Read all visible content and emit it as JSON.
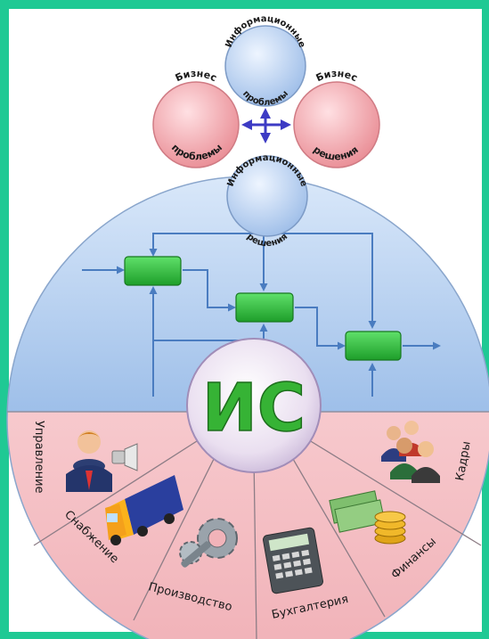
{
  "bubbles": {
    "info_problems": "Информационные проблемы",
    "business_problems": "Бизнес проблемы",
    "business_solutions": "Бизнес решения",
    "info_solutions": "Информационные решения"
  },
  "center": "ИС",
  "sectors": [
    "Управление",
    "Снабжение",
    "Производство",
    "Бухгалтерия",
    "Финансы",
    "Кадры"
  ],
  "colors": {
    "background": "#1fc994",
    "bubble_pink": "#f5a8ae",
    "bubble_blue": "#b9d3f0",
    "blue_area": "#a8c8ee",
    "pink_area": "#f6c2c6",
    "process_box": "#2fbf3a",
    "arrow": "#4a7cc0",
    "cross_arrows": "#3d3bc4"
  },
  "icons": [
    "manager-icon",
    "truck-icon",
    "gears-wrench-icon",
    "calculator-icon",
    "money-coins-icon",
    "people-group-icon"
  ]
}
